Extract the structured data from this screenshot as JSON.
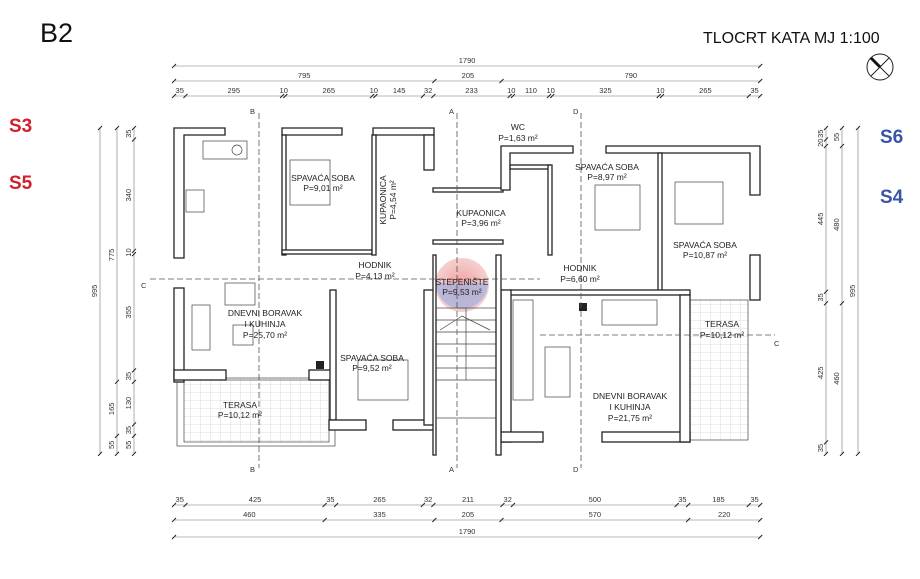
{
  "header": {
    "title": "B2",
    "sheet_title": "TLOCRT KATA   MJ 1:100",
    "north_icon": "north-arrow-icon"
  },
  "tags": {
    "left": [
      {
        "label": "S3",
        "color": "#d0202e"
      },
      {
        "label": "S5",
        "color": "#d0202e"
      }
    ],
    "right": [
      {
        "label": "S6",
        "color": "#3a55a8"
      },
      {
        "label": "S4",
        "color": "#3a55a8"
      }
    ]
  },
  "dimensions": {
    "top_total": [
      1790
    ],
    "top_mid": [
      795,
      205,
      790
    ],
    "top_detail": [
      35,
      295,
      10,
      265,
      10,
      145,
      32,
      233,
      10,
      110,
      10,
      325,
      10,
      265,
      35
    ],
    "bottom_detail": [
      35,
      425,
      35,
      265,
      32,
      211,
      32,
      500,
      35,
      185,
      35
    ],
    "bottom_mid": [
      460,
      335,
      205,
      570,
      220
    ],
    "bottom_total": [
      1790
    ],
    "left_detail": [
      35,
      340,
      10,
      355,
      35,
      130,
      35,
      55
    ],
    "left_mid": [
      775,
      165,
      55
    ],
    "left_total": [
      995
    ],
    "right_detail": [
      35,
      20,
      445,
      35,
      425,
      35
    ],
    "right_mid": [
      55,
      480,
      460
    ],
    "right_total": [
      995
    ]
  },
  "rooms": {
    "wc": {
      "name": "WC",
      "area": "P=1,63 m²"
    },
    "bed1": {
      "name": "SPAVAĆA SOBA",
      "area": "P=9,01 m²"
    },
    "bath1": {
      "name": "KUPAONICA",
      "area": "P=4,54 m²"
    },
    "bath2": {
      "name": "KUPAONICA",
      "area": "P=3,96 m²"
    },
    "bed2": {
      "name": "SPAVAĆA SOBA",
      "area": "P=8,97 m²"
    },
    "bed3": {
      "name": "SPAVAĆA SOBA",
      "area": "P=10,87 m²"
    },
    "hall1": {
      "name": "HODNIK",
      "area": "P=4,13 m²"
    },
    "hall2": {
      "name": "HODNIK",
      "area": "P=6,60 m²"
    },
    "stairs": {
      "name": "STEPENIŠTE",
      "area": "P=9,53 m²"
    },
    "living1": {
      "name1": "DNEVNI BORAVAK",
      "name2": "I KUHINJA",
      "area": "P=25,70 m²"
    },
    "bed4": {
      "name": "SPAVAĆA SOBA",
      "area": "P=9,52 m²"
    },
    "terrace1": {
      "name": "TERASA",
      "area": "P=10,12 m²"
    },
    "terrace2": {
      "name": "TERASA",
      "area": "P=10,12 m²"
    },
    "living2": {
      "name1": "DNEVNI BORAVAK",
      "name2": "I KUHINJA",
      "area": "P=21,75 m²"
    }
  },
  "sections": {
    "a": "A",
    "b": "B",
    "c": "C",
    "d": "D"
  }
}
